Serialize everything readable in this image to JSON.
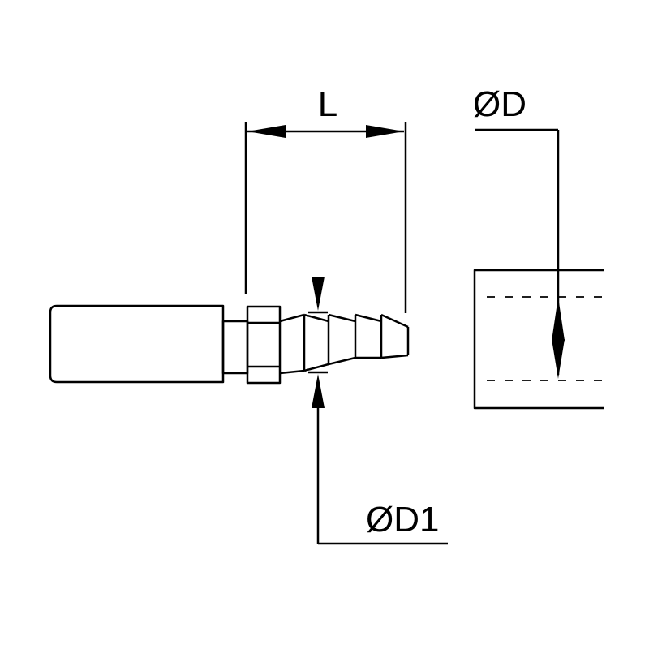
{
  "labels": {
    "length": "L",
    "outer_diameter": "ØD",
    "barb_diameter": "ØD1"
  },
  "colors": {
    "line": "#000000",
    "background": "#ffffff"
  }
}
